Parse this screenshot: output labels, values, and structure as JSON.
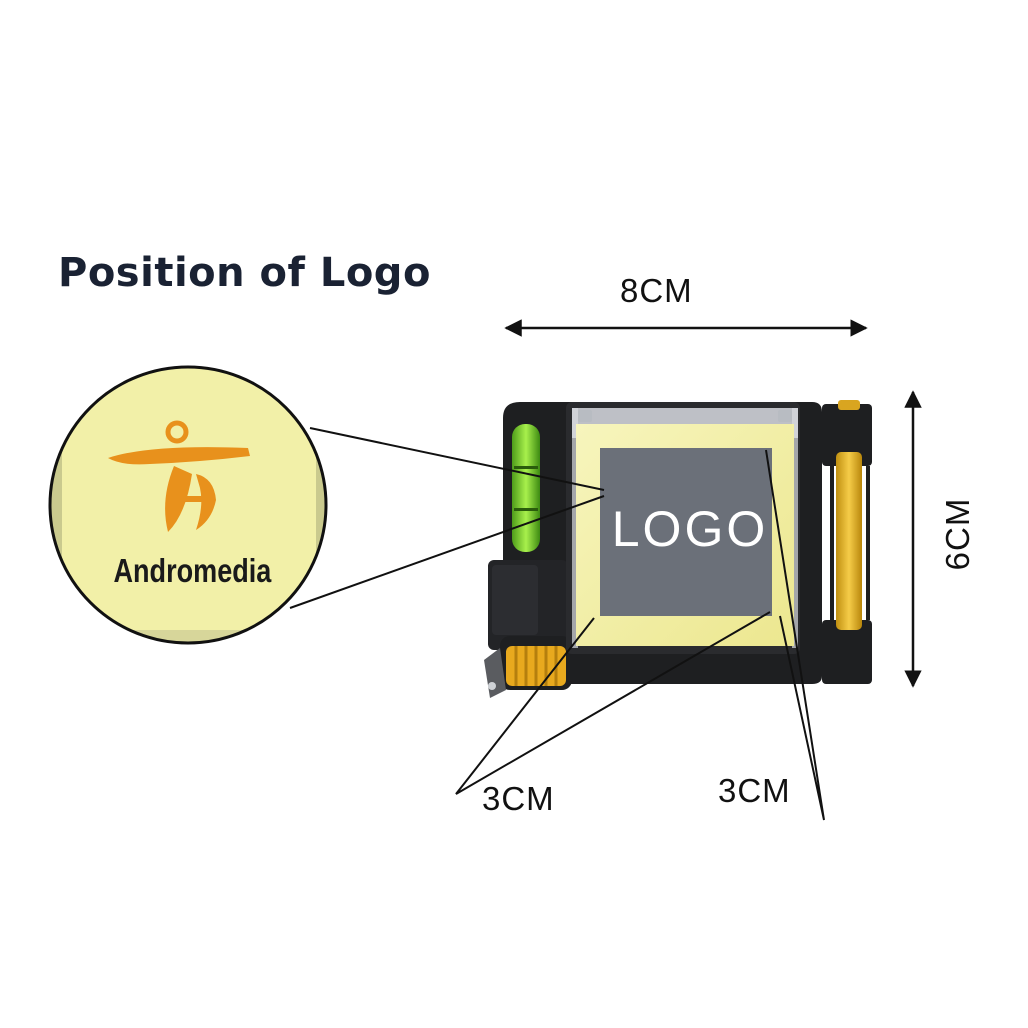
{
  "title": "Position of Logo",
  "dimensions": {
    "width_label": "8CM",
    "height_label": "6CM",
    "logo_width_label": "3CM",
    "logo_height_label": "3CM"
  },
  "product": {
    "logo_placeholder": "LOGO",
    "example_brand": "Andromedia"
  },
  "colors": {
    "title": "#1a2233",
    "body": "#1e1f21",
    "sticker": "#f2f0a8",
    "logo_area": "#6b7079",
    "accent": "#e8a21e",
    "level_vial": "#8fe03a"
  }
}
